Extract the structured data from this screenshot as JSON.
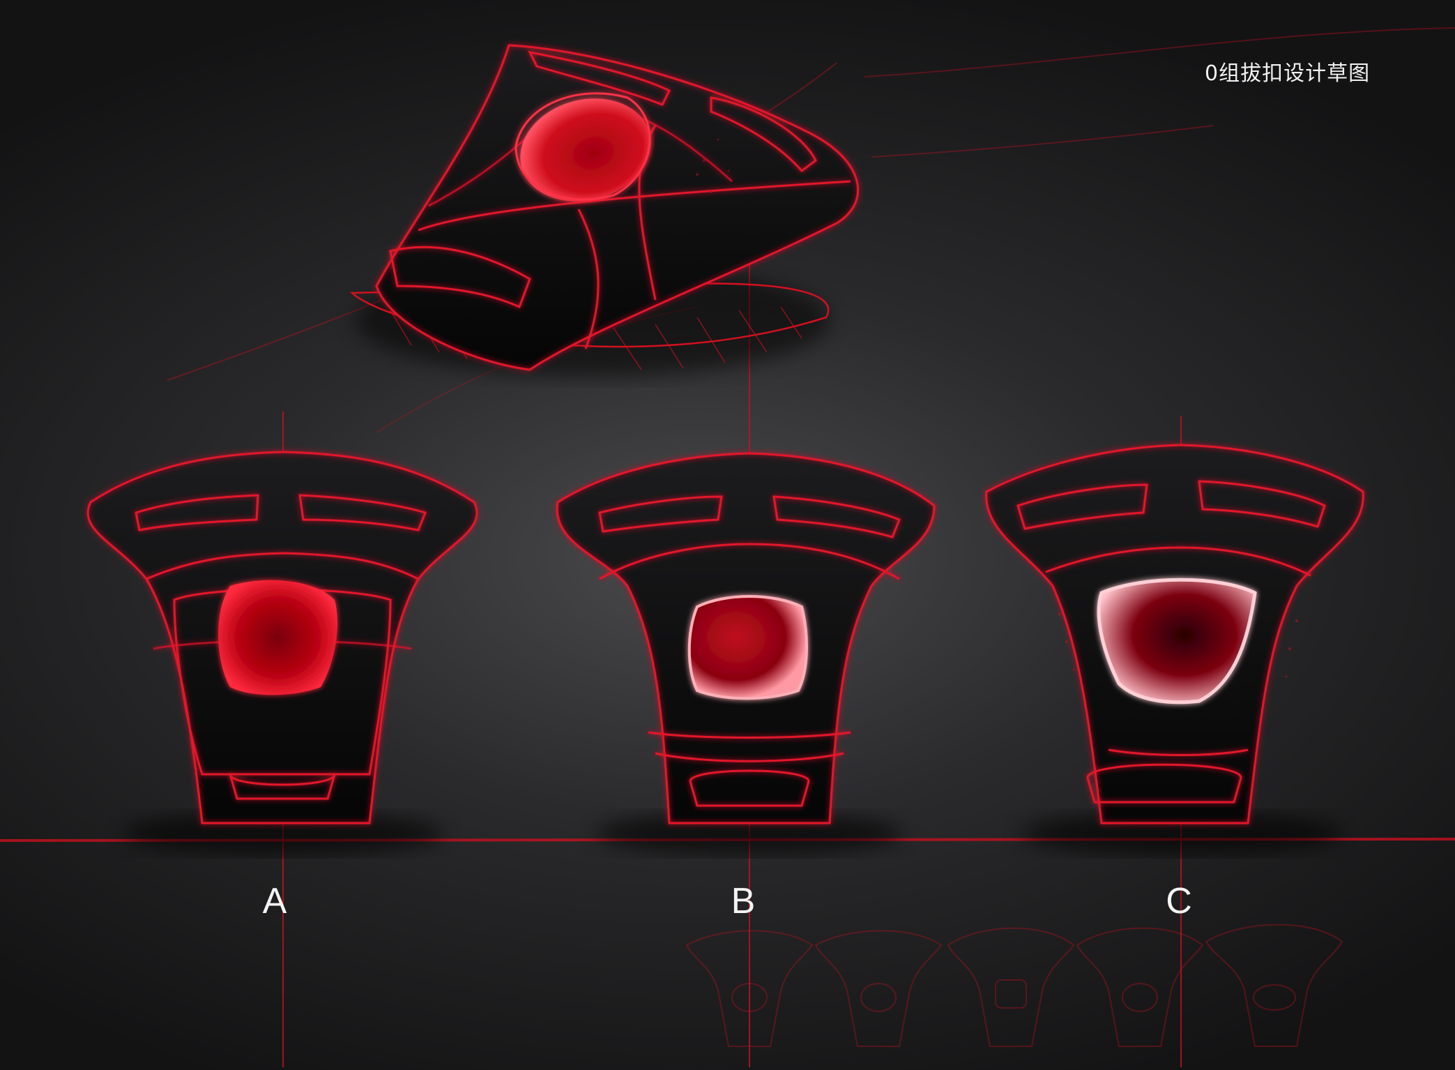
{
  "title": "0组拔扣设计草图",
  "variants": [
    {
      "label": "A"
    },
    {
      "label": "B"
    },
    {
      "label": "C"
    }
  ],
  "colors": {
    "sketch_red": "#e0102a",
    "lens_red": "#b0000e",
    "body_black": "#0a0a0b",
    "background": "#2a2a2c"
  }
}
